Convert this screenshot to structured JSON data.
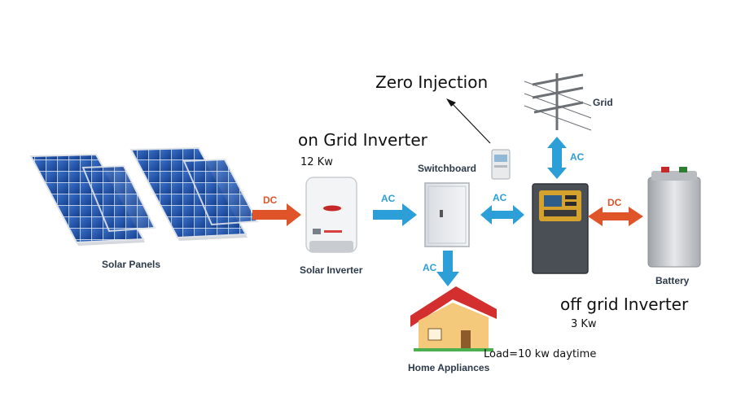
{
  "components": {
    "solar_panels": "Solar Panels",
    "solar_inverter": "Solar Inverter",
    "switchboard": "Switchboard",
    "grid": "Grid",
    "battery": "Battery",
    "home_appliances": "Home Appliances"
  },
  "annotations": {
    "zero_injection": "Zero Injection",
    "on_grid_title": "on Grid Inverter",
    "on_grid_power": "12 Kw",
    "off_grid_title": "off grid Inverter",
    "off_grid_power": "3 Kw",
    "load": "Load=10 kw daytime"
  },
  "flows": {
    "panels_to_inverter": "DC",
    "inverter_to_switchboard": "AC",
    "switchboard_to_offgrid": "AC",
    "switchboard_to_home": "AC",
    "offgrid_to_grid": "AC",
    "offgrid_to_battery": "DC"
  },
  "colors": {
    "ac_arrow": "#2d9fd8",
    "dc_arrow": "#e0542a",
    "panel_cell": "#1e4fa8",
    "label_text": "#2d3a4a"
  }
}
